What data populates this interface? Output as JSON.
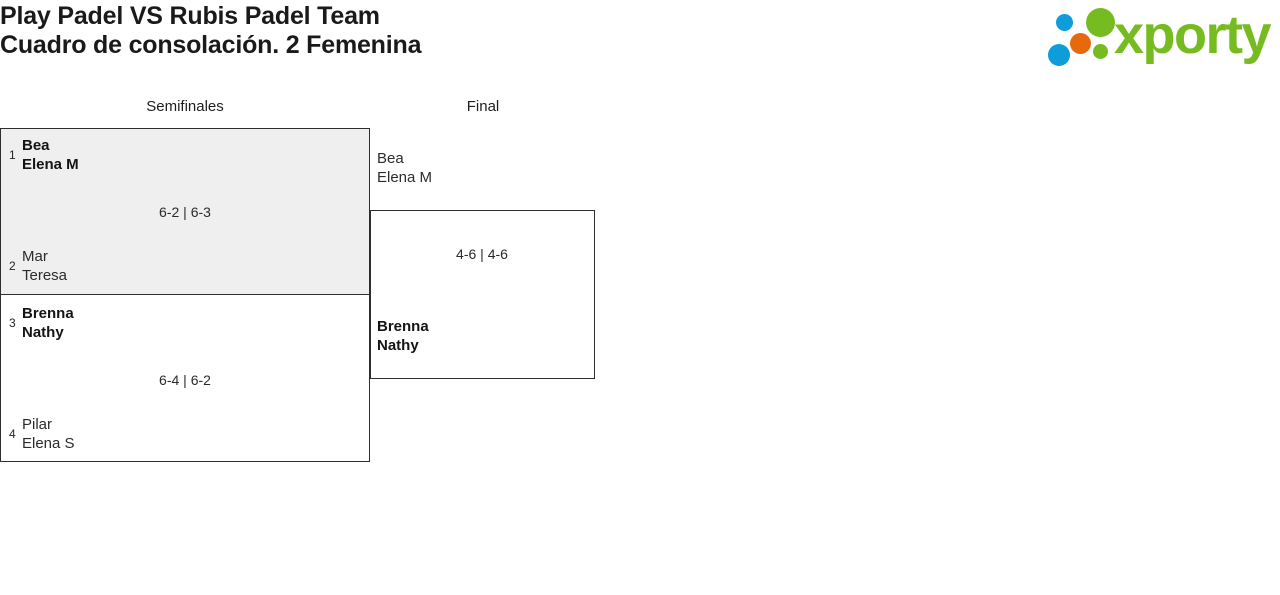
{
  "header": {
    "title_line_1": "Play Padel VS Rubis Padel Team",
    "title_line_2": "Cuadro de consolación. 2 Femenina",
    "logo": {
      "wordmark": "xporty",
      "green": "#76bc21",
      "blue": "#0d9ddb",
      "orange": "#e8690b"
    }
  },
  "bracket": {
    "rounds": [
      {
        "label": "Semifinales"
      },
      {
        "label": "Final"
      }
    ],
    "matches": [
      {
        "round": "Semifinales",
        "highlighted": true,
        "score": "6-2 | 6-3",
        "top": {
          "seed": "1",
          "name_line_1": "Bea",
          "name_line_2": "Elena M",
          "winner": true
        },
        "bottom": {
          "seed": "2",
          "name_line_1": "Mar",
          "name_line_2": "Teresa",
          "winner": false
        }
      },
      {
        "round": "Semifinales",
        "highlighted": false,
        "score": "6-4 | 6-2",
        "top": {
          "seed": "3",
          "name_line_1": "Brenna",
          "name_line_2": "Nathy",
          "winner": true
        },
        "bottom": {
          "seed": "4",
          "name_line_1": "Pilar",
          "name_line_2": "Elena S",
          "winner": false
        }
      },
      {
        "round": "Final",
        "highlighted": false,
        "score": "4-6 | 4-6",
        "top": {
          "seed": "",
          "name_line_1": "Bea",
          "name_line_2": "Elena M",
          "winner": false
        },
        "bottom": {
          "seed": "",
          "name_line_1": "Brenna",
          "name_line_2": "Nathy",
          "winner": true
        }
      }
    ]
  }
}
